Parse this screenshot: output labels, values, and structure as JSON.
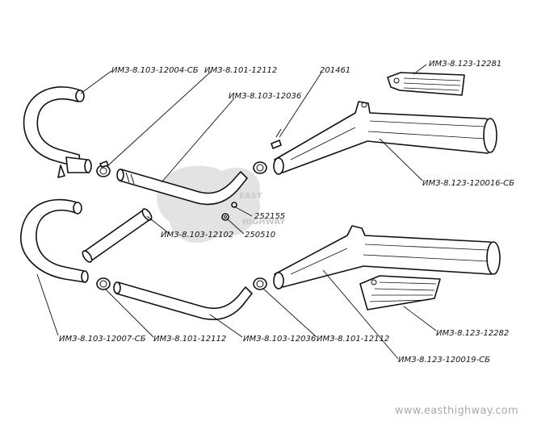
{
  "watermark": {
    "line1": "EAST",
    "line2": "HIGHWAY",
    "color": "#c9c9c9"
  },
  "footer": {
    "url": "www.easthighway.com"
  },
  "labels": {
    "pipe_upper_left": "ИМЗ-8.103-12004-СБ",
    "clamp_upper": "ИМЗ-8.101-12112",
    "bolt": "201461",
    "shield_upper": "ИМЗ-8.123-12281",
    "connector_upper": "ИМЗ-8.103-12036",
    "muffler_upper": "ИМЗ-8.123-120016-СБ",
    "washer": "252155",
    "nut": "250510",
    "tube": "ИМЗ-8.103-12102",
    "muffler_lower": "ИМЗ-8.123-120019-СБ",
    "shield_lower": "ИМЗ-8.123-12282",
    "pipe_lower_left": "ИМЗ-8.103-12007-СБ",
    "clamp_lower_left": "ИМЗ-8.101-12112",
    "connector_lower": "ИМЗ-8.103-12036",
    "clamp_lower_right": "ИМЗ-8.101-12112"
  }
}
